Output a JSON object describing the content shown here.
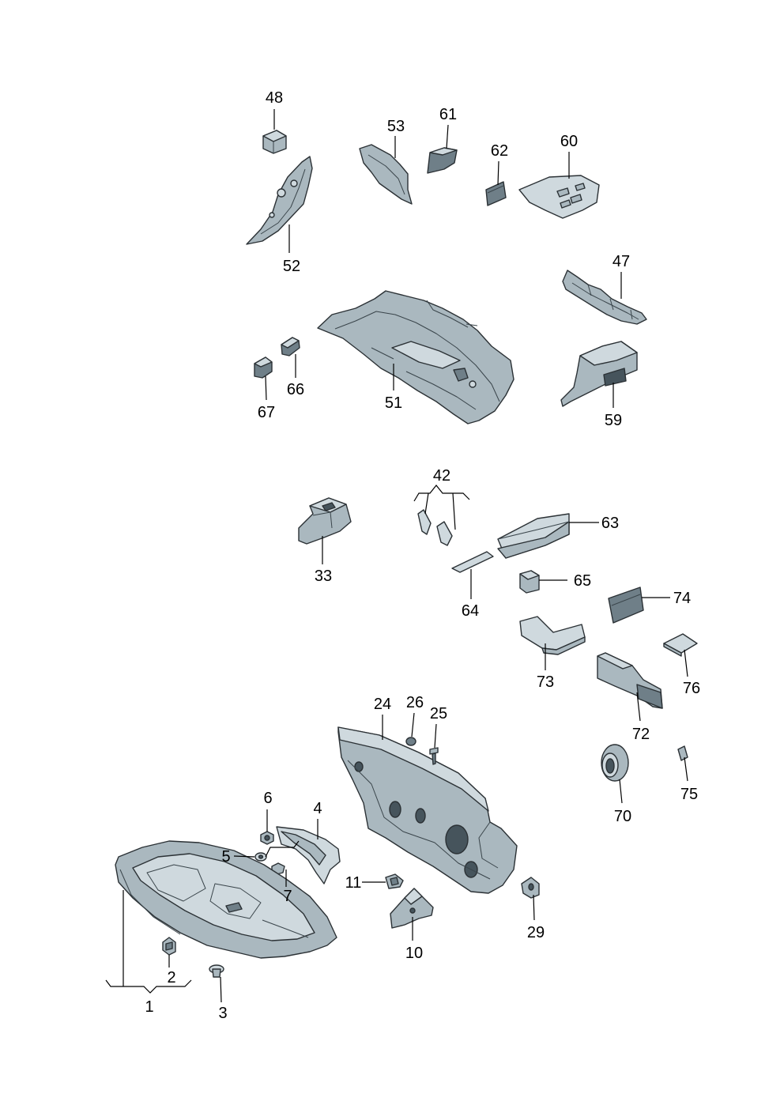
{
  "callouts": {
    "c1": "1",
    "c2": "2",
    "c3": "3",
    "c4": "4",
    "c5": "5",
    "c6": "6",
    "c7": "7",
    "c10": "10",
    "c11": "11",
    "c24": "24",
    "c25": "25",
    "c26": "26",
    "c29": "29",
    "c33": "33",
    "c42": "42",
    "c47": "47",
    "c48": "48",
    "c51": "51",
    "c52": "52",
    "c53": "53",
    "c59": "59",
    "c60": "60",
    "c61": "61",
    "c62": "62",
    "c63": "63",
    "c64": "64",
    "c65": "65",
    "c66": "66",
    "c67": "67",
    "c70": "70",
    "c72": "72",
    "c73": "73",
    "c74": "74",
    "c75": "75",
    "c76": "76"
  }
}
